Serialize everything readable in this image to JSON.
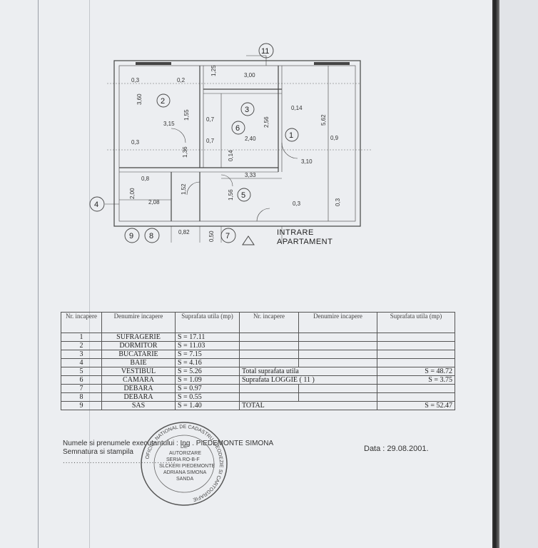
{
  "plan": {
    "labels": {
      "d_300": "3,00",
      "d_125": "1,25",
      "d_360": "3,60",
      "d_03a": "0,3",
      "d_02": "0,2",
      "d_155": "1,55",
      "d_315": "3,15",
      "d_03b": "0,3",
      "d_136": "1,36",
      "d_07a": "0,7",
      "d_07b": "0,7",
      "d_256": "2,56",
      "d_240": "2,40",
      "d_014a": "0,14",
      "d_014b": "0,14",
      "d_562": "5,62",
      "d_09": "0,9",
      "d_310": "3,10",
      "d_08": "0,8",
      "d_200": "2,00",
      "d_152": "1,52",
      "d_208": "2,08",
      "d_333": "3,33",
      "d_156": "1,56",
      "d_03c": "0,3",
      "d_03d": "0,3",
      "d_082": "0,82",
      "d_050": "0,50"
    },
    "room_numbers": {
      "r1": "1",
      "r2": "2",
      "r3": "3",
      "r5": "5",
      "r6": "6"
    },
    "callouts": {
      "c11": "11",
      "c4": "4",
      "c9": "9",
      "c8": "8",
      "c7": "7"
    },
    "entrance_line1": "INTRARE",
    "entrance_line2": "APARTAMENT"
  },
  "table": {
    "headers": {
      "nr": "Nr. incapere",
      "name": "Denumire incapere",
      "area": "Suprafata utila (mp)",
      "nr2": "Nr. incapere",
      "name2": "Denumire incapere",
      "area2": "Suprafata utila (mp)"
    },
    "rows": [
      {
        "nr": "1",
        "name": "SUFRAGERIE",
        "area": "S = 17.11"
      },
      {
        "nr": "2",
        "name": "DORMITOR",
        "area": "S = 11.03"
      },
      {
        "nr": "3",
        "name": "BUCATARIE",
        "area": "S = 7.15"
      },
      {
        "nr": "4",
        "name": "BAIE",
        "area": "S = 4.16"
      },
      {
        "nr": "5",
        "name": "VESTIBUL",
        "area": "S = 5.26"
      },
      {
        "nr": "6",
        "name": "CAMARA",
        "area": "S = 1.09"
      },
      {
        "nr": "7",
        "name": "DEBARA",
        "area": "S = 0.97"
      },
      {
        "nr": "8",
        "name": "DEBARA",
        "area": "S = 0.55"
      },
      {
        "nr": "9",
        "name": "SAS",
        "area": "S = 1.40"
      }
    ],
    "summary": {
      "total_util_label": "Total suprafata utila",
      "total_util_value": "S = 48.72",
      "loggie_label": "Suprafata LOGGIE ( 11 )",
      "loggie_value": "S = 3.75",
      "total_label": "TOTAL",
      "total_value": "S = 52.47"
    }
  },
  "footer": {
    "executant_label": "Numele si prenumele executantului : Ing . PIEDEMONTE SIMONA",
    "signature_label": "Semnatura si stampila",
    "dots": "..........................................",
    "date": "Data : 29.08.2001."
  },
  "stamp": {
    "ring_text": "OFICIUL NATIONAL DE CADASTRU, GEODEZIE SI CARTOGRAFIE",
    "line1": "DE",
    "line2": "AUTORIZARE",
    "line3": "SERIA RO-B-F",
    "line4": "SLCKERI PIEDEMONTE",
    "line5": "ADRIANA SIMONA",
    "line6": "SANDA"
  }
}
